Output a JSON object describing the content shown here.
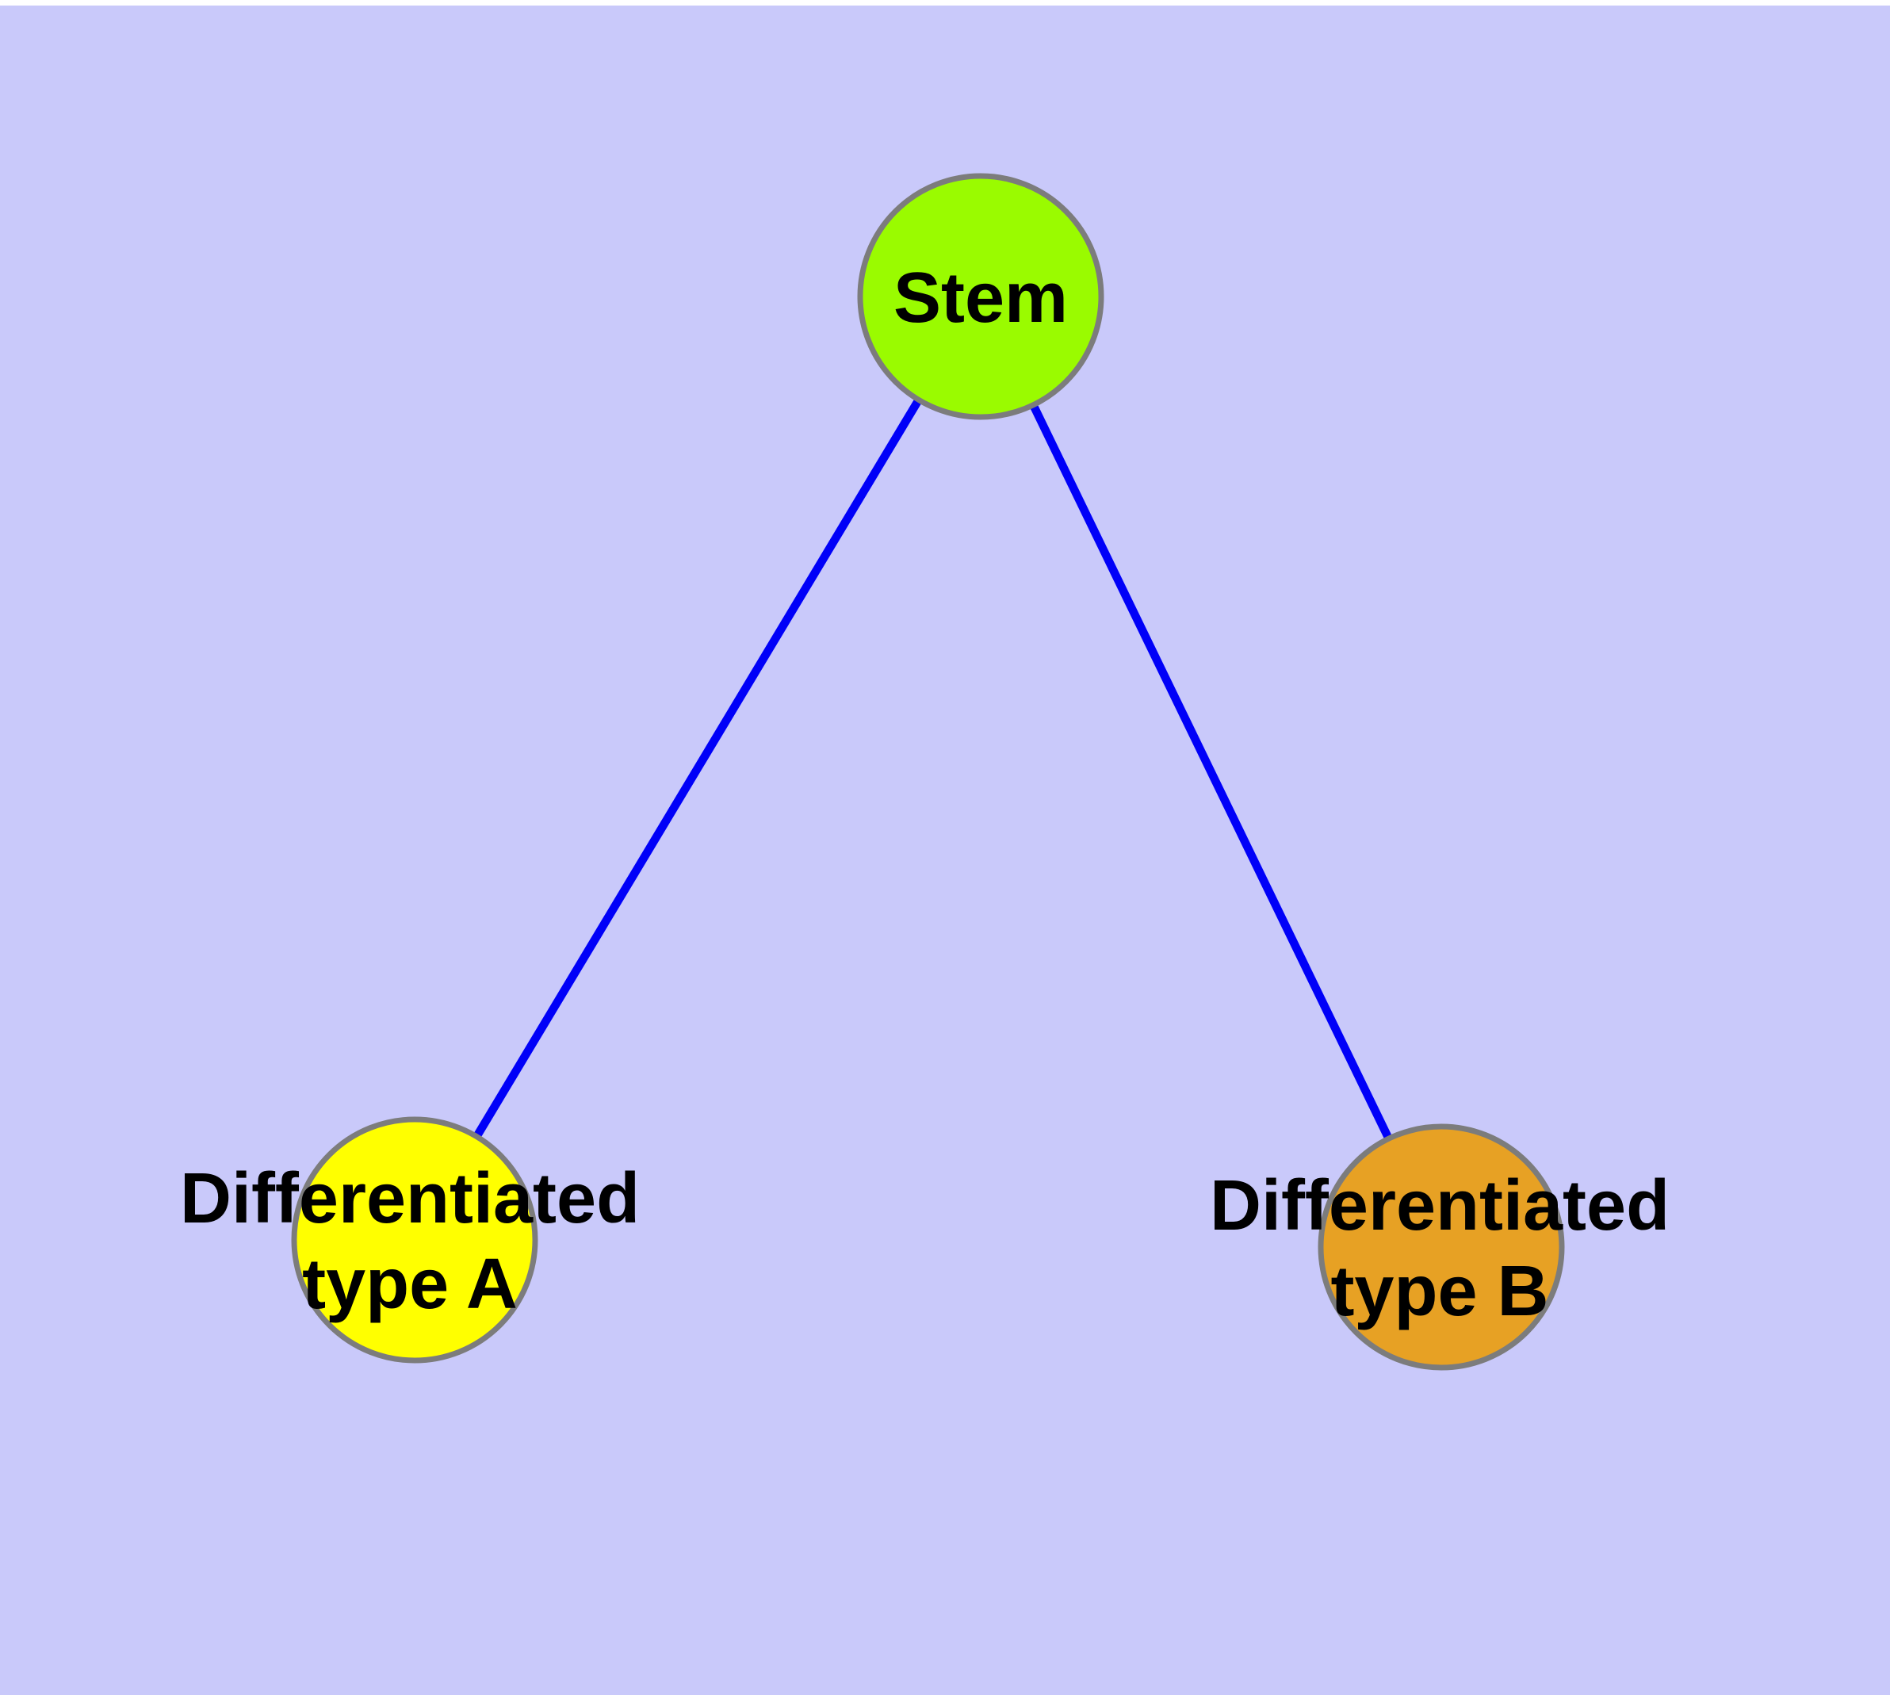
{
  "diagram": {
    "type": "node-link-graph",
    "description": "Stem cell differentiation graph with one parent node and two differentiated child nodes connected by blue edges",
    "nodes": [
      {
        "id": "stem",
        "label": "Stem",
        "color": "#9afb00"
      },
      {
        "id": "type-a",
        "label": "Differentiated\ntype A",
        "color": "#ffff00"
      },
      {
        "id": "type-b",
        "label": "Differentiated\ntype B",
        "color": "#e7a124"
      }
    ],
    "edges": [
      {
        "from": "stem",
        "to": "type-a"
      },
      {
        "from": "stem",
        "to": "type-b"
      }
    ]
  },
  "palette": {
    "background": "#c9c9fa",
    "page": "#ffffff",
    "edge": "#0000f8",
    "node-border": "#7c7c7c",
    "label": "#000000"
  }
}
